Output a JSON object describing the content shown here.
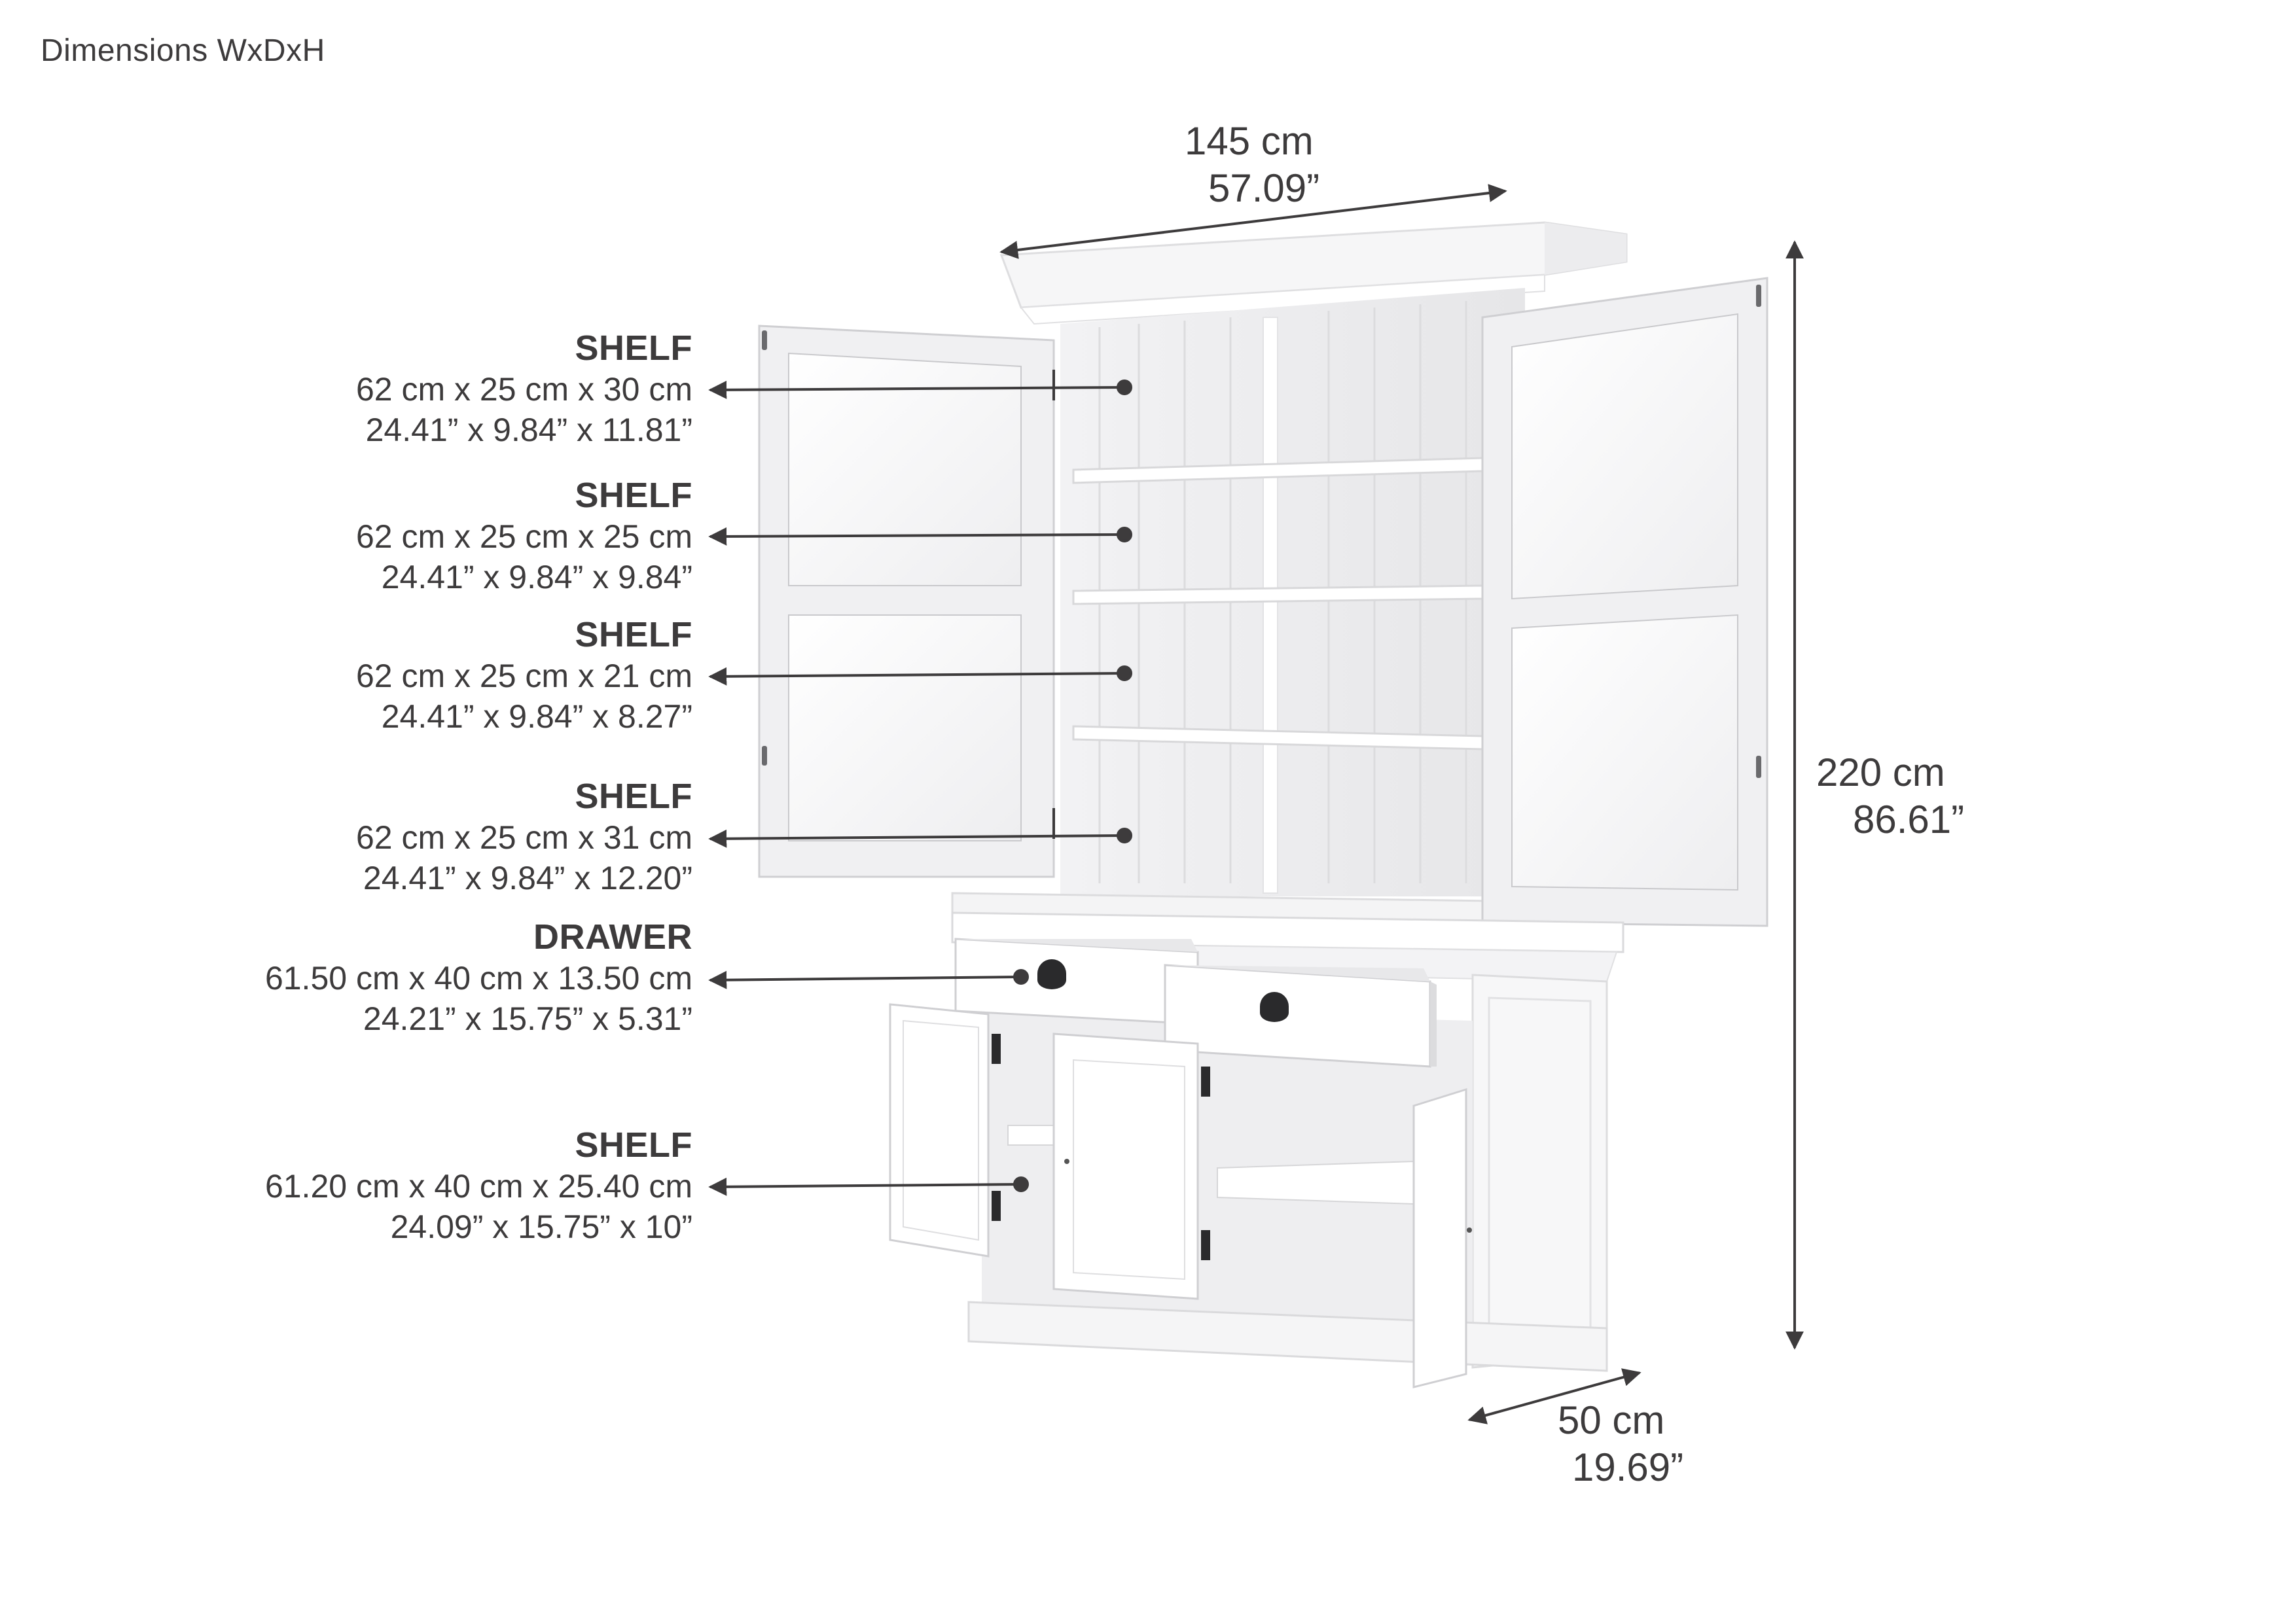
{
  "title": "Dimensions WxDxH",
  "overall": {
    "width": {
      "cm": "145 cm",
      "in": "57.09”"
    },
    "height": {
      "cm": "220 cm",
      "in": "86.61”"
    },
    "depth": {
      "cm": "50 cm",
      "in": "19.69”"
    }
  },
  "callouts": [
    {
      "label": "SHELF",
      "cm": "62 cm x 25 cm x 30 cm",
      "in": "24.41” x 9.84” x 11.81”"
    },
    {
      "label": "SHELF",
      "cm": "62 cm x 25 cm x 25 cm",
      "in": "24.41” x 9.84” x 9.84”"
    },
    {
      "label": "SHELF",
      "cm": "62 cm x 25 cm x 21 cm",
      "in": "24.41” x 9.84” x 8.27”"
    },
    {
      "label": "SHELF",
      "cm": "62 cm x 25 cm x 31 cm",
      "in": "24.41” x 9.84” x 12.20”"
    },
    {
      "label": "DRAWER",
      "cm": "61.50 cm x 40 cm x 13.50 cm",
      "in": "24.21” x 15.75” x 5.31”"
    },
    {
      "label": "SHELF",
      "cm": "61.20 cm x 40 cm x 25.40 cm",
      "in": "24.09” x 15.75” x 10”"
    }
  ],
  "colors": {
    "text": "#3d3b3c",
    "arrow": "#3d3b3c",
    "cabinet": "#ffffff",
    "cabinet_shadow": "#e4e4e6",
    "glass": "#f4f4f6",
    "hardware": "#2a2a2c"
  }
}
